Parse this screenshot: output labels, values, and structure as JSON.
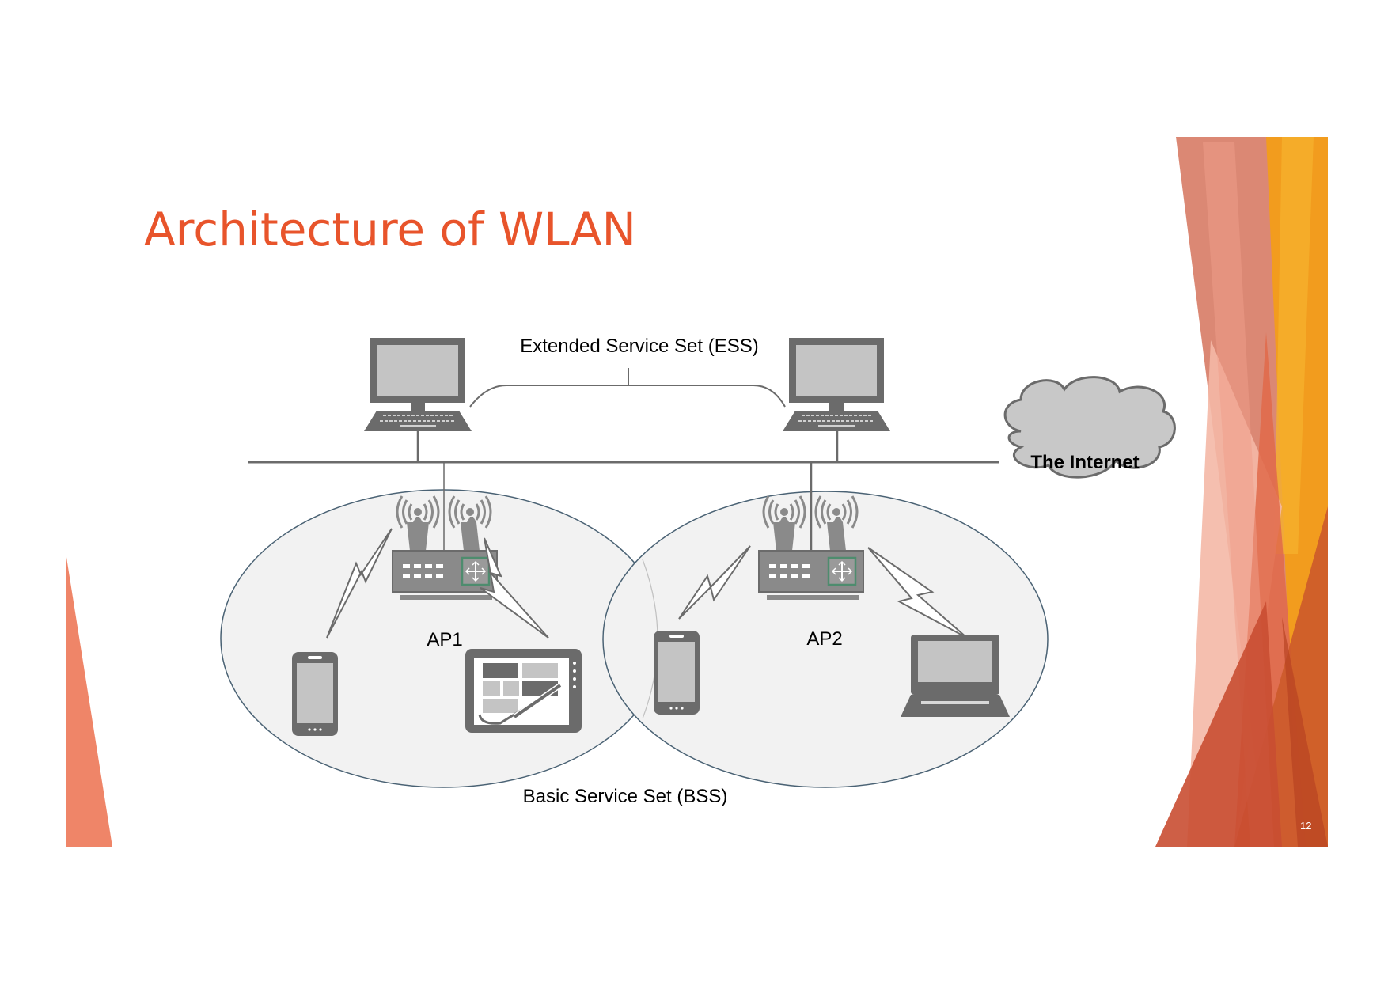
{
  "slide": {
    "title": "Architecture of WLAN",
    "page_number": "12",
    "accent_color": "#e8542b"
  },
  "diagram": {
    "ess_label": "Extended Service Set (ESS)",
    "bss_label": "Basic Service Set (BSS)",
    "internet_label": "The Internet",
    "access_points": [
      {
        "label": "AP1"
      },
      {
        "label": "AP2"
      }
    ],
    "devices": [
      {
        "name": "desktop-computer",
        "icon": "desktop-icon"
      },
      {
        "name": "desktop-computer",
        "icon": "desktop-icon"
      },
      {
        "name": "smartphone",
        "icon": "phone-icon"
      },
      {
        "name": "tablet",
        "icon": "tablet-icon"
      },
      {
        "name": "smartphone",
        "icon": "phone-icon"
      },
      {
        "name": "laptop",
        "icon": "laptop-icon"
      }
    ],
    "colors": {
      "device_fill": "#6b6b6b",
      "screen_fill": "#c4c4c4",
      "bss_fill": "#f2f2f2",
      "bss_stroke": "#4a6274",
      "cloud_fill": "#c8c8c8"
    }
  }
}
